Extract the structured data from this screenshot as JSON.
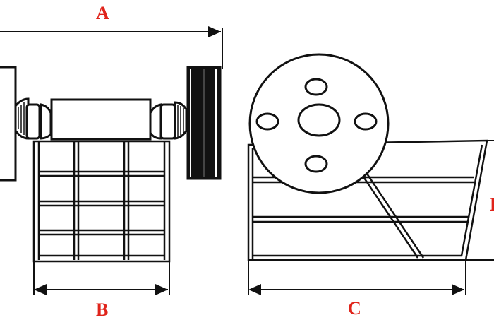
{
  "labels": {
    "a": "A",
    "b": "B",
    "c": "C",
    "d": "D"
  },
  "colors": {
    "label": "#e0241b",
    "line": "#111111"
  }
}
